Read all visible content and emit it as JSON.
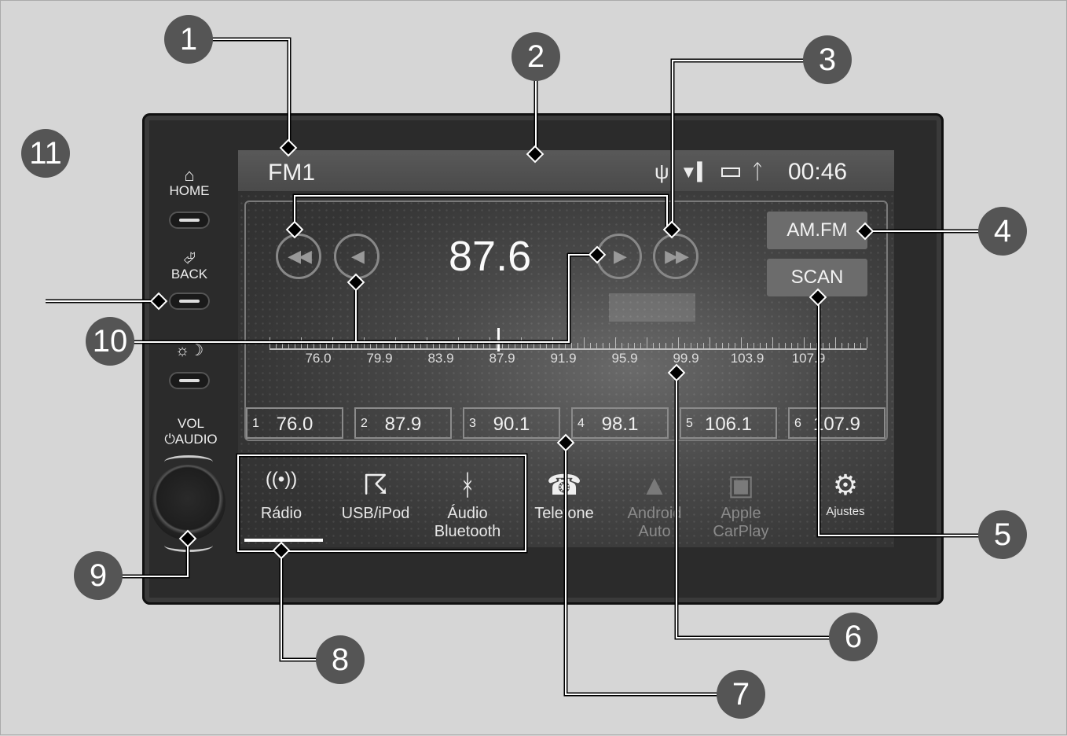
{
  "side_controls": {
    "home_label": "HOME",
    "back_label": "BACK",
    "vol_label": "VOL",
    "audio_label": "AUDIO"
  },
  "status_bar": {
    "band_preset": "FM1",
    "clock": "00:46",
    "icons": [
      "usb-icon",
      "signal-icon",
      "battery-icon",
      "bluetooth-icon"
    ]
  },
  "tuner": {
    "frequency": "87.6",
    "buttons": {
      "am_fm": "AM.FM",
      "scan": "SCAN"
    },
    "scale_labels": [
      "76.0",
      "79.9",
      "83.9",
      "87.9",
      "91.9",
      "95.9",
      "99.9",
      "103.9",
      "107.9"
    ]
  },
  "presets": [
    {
      "num": "1",
      "value": "76.0"
    },
    {
      "num": "2",
      "value": "87.9"
    },
    {
      "num": "3",
      "value": "90.1"
    },
    {
      "num": "4",
      "value": "98.1"
    },
    {
      "num": "5",
      "value": "106.1"
    },
    {
      "num": "6",
      "value": "107.9"
    }
  ],
  "apps": [
    {
      "label": "Rádio",
      "icon": "radio-icon"
    },
    {
      "label": "USB/iPod",
      "icon": "usb-ipod-icon"
    },
    {
      "label": "Áudio Bluetooth",
      "icon": "bluetooth-audio-icon"
    },
    {
      "label": "Telefone",
      "icon": "phone-icon"
    },
    {
      "label": "Android Auto",
      "icon": "android-auto-icon"
    },
    {
      "label": "Apple CarPlay",
      "icon": "apple-carplay-icon"
    },
    {
      "label": "Ajustes",
      "icon": "gear-icon"
    }
  ],
  "callouts": [
    "1",
    "2",
    "3",
    "4",
    "5",
    "6",
    "7",
    "8",
    "9",
    "10",
    "11"
  ],
  "colors": {
    "screen_bg": "#3a3a3a",
    "bezel": "#2b2b2b",
    "callout": "#555555",
    "page_bg": "#d6d6d6"
  }
}
